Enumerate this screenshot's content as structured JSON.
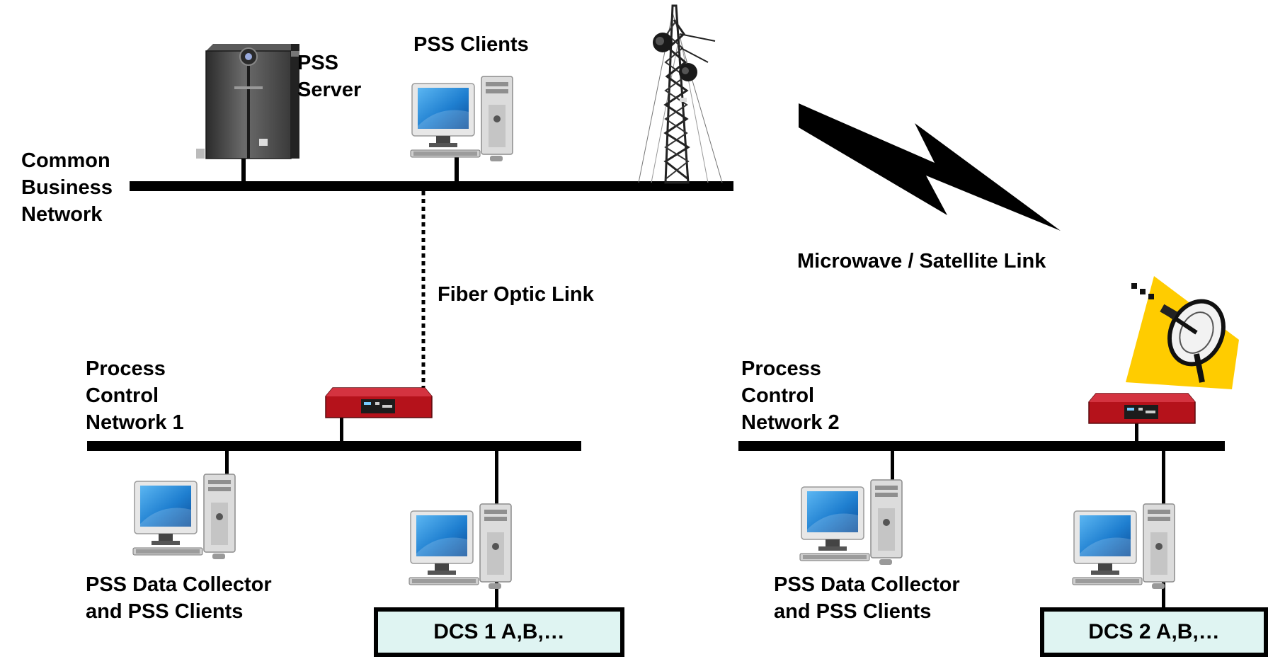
{
  "labels": {
    "pss_server": [
      "PSS",
      "Server"
    ],
    "pss_clients_top": "PSS Clients",
    "common_business_network": [
      "Common",
      "Business",
      "Network"
    ],
    "microwave_satellite_link": "Microwave / Satellite Link",
    "fiber_optic_link": "Fiber Optic Link",
    "process_control_network_1": [
      "Process",
      "Control",
      "Network 1"
    ],
    "process_control_network_2": [
      "Process",
      "Control",
      "Network 2"
    ],
    "pss_data_collector_1": [
      "PSS Data Collector",
      "and PSS Clients"
    ],
    "pss_data_collector_2": [
      "PSS Data Collector",
      "and PSS Clients"
    ],
    "dcs_1": "DCS 1 A,B,…",
    "dcs_2": "DCS 2 A,B,…"
  },
  "colors": {
    "router": "#b5121b",
    "monitor_screen": "#1f7fd0",
    "dcs_fill": "#dff4f2",
    "satellite_backdrop": "#ffcc00"
  },
  "icons": [
    "server-icon",
    "workstation-icon",
    "tower-icon",
    "router-icon",
    "satellite-dish-icon",
    "lightning-icon"
  ]
}
